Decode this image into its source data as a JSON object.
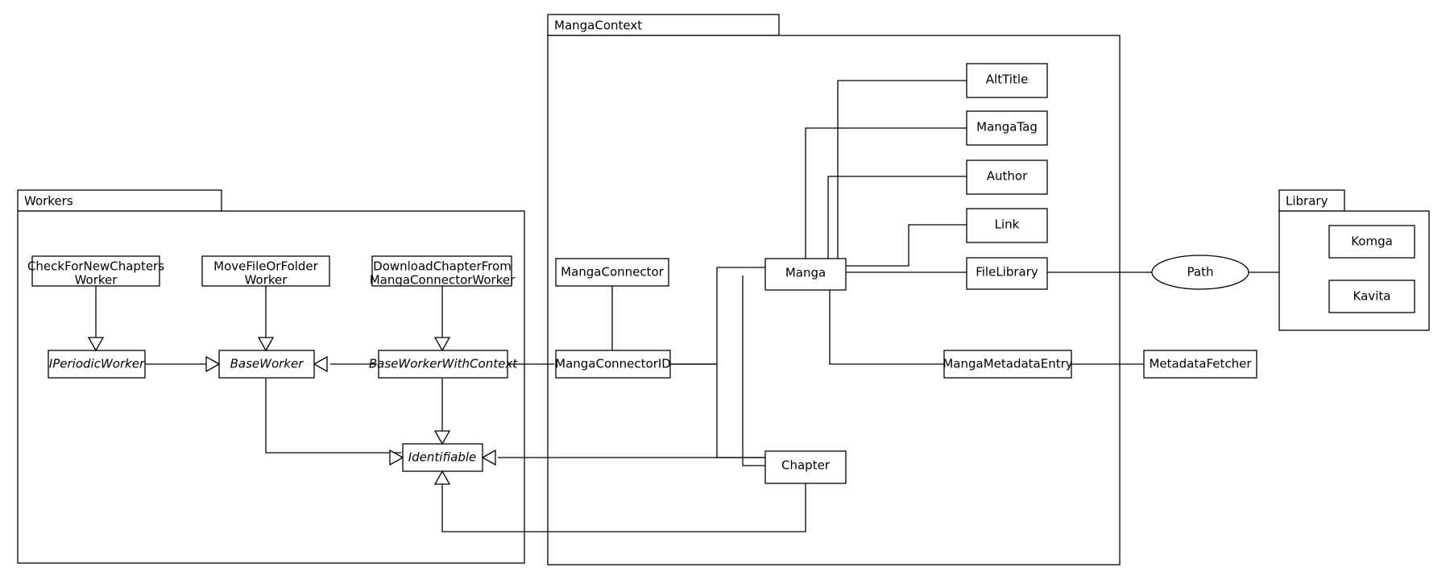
{
  "diagram": {
    "type": "uml-class-diagram",
    "background": "#ffffff",
    "stroke": "#000000"
  },
  "packages": {
    "workers": {
      "name": "Workers"
    },
    "manga_context": {
      "name": "MangaContext"
    },
    "library": {
      "name": "Library"
    }
  },
  "nodes": {
    "check_for_new_chapters_worker": {
      "line1": "CheckForNewChapters",
      "line2": "Worker",
      "abstract": false
    },
    "move_file_or_folder_worker": {
      "line1": "MoveFileOrFolder",
      "line2": "Worker",
      "abstract": false
    },
    "download_chapter_worker": {
      "line1": "DownloadChapterFrom",
      "line2": "MangaConnectorWorker",
      "abstract": false
    },
    "iperiodic_worker": {
      "label": "IPeriodicWorker",
      "abstract": true
    },
    "base_worker": {
      "label": "BaseWorker",
      "abstract": true
    },
    "base_worker_with_context": {
      "label": "BaseWorkerWithContext",
      "abstract": true
    },
    "identifiable": {
      "label": "Identifiable",
      "abstract": true
    },
    "manga_connector": {
      "label": "MangaConnector",
      "abstract": false
    },
    "manga_connector_id": {
      "label": "MangaConnectorID",
      "abstract": false
    },
    "manga": {
      "label": "Manga",
      "abstract": false
    },
    "chapter": {
      "label": "Chapter",
      "abstract": false
    },
    "alt_title": {
      "label": "AltTitle",
      "abstract": false
    },
    "manga_tag": {
      "label": "MangaTag",
      "abstract": false
    },
    "author": {
      "label": "Author",
      "abstract": false
    },
    "link": {
      "label": "Link",
      "abstract": false
    },
    "file_library": {
      "label": "FileLibrary",
      "abstract": false
    },
    "manga_metadata_entry": {
      "label": "MangaMetadataEntry",
      "abstract": false
    },
    "metadata_fetcher": {
      "label": "MetadataFetcher",
      "abstract": false
    },
    "path": {
      "label": "Path",
      "shape": "ellipse"
    },
    "komga": {
      "label": "Komga",
      "abstract": false
    },
    "kavita": {
      "label": "Kavita",
      "abstract": false
    }
  }
}
